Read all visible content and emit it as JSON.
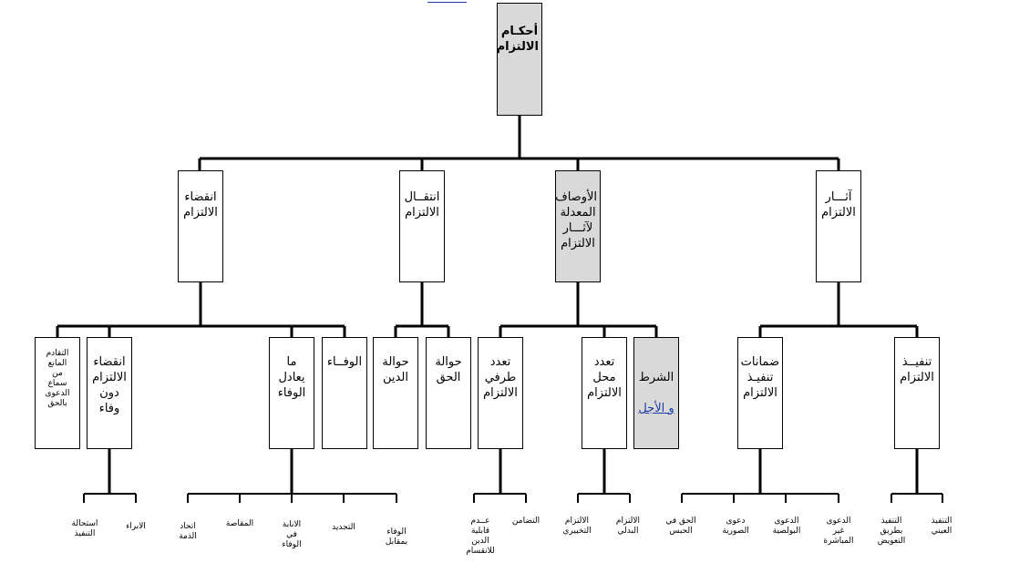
{
  "root": "أحكـام\nالالتزام",
  "level1": {
    "effects": "آثـــار\nالالتزام",
    "modifiers": "الأوصاف\nالمعدلة\nلآثـــار\nالالتزام",
    "transfer": "انتقــال\nالالتزام",
    "extinction": "انقضاء\nالالتزام"
  },
  "level2": {
    "performance": "تنفيــذ\nالالتزام",
    "guarantees": "ضمانات\nتنفيـذ\nالالتزام",
    "condition_1": "الشرط",
    "condition_2": "و الأجل",
    "object_plurality": "تعدد محل\nالالتزام",
    "party_plurality": "تعدد\nطرفي\nالالتزام",
    "assign_right": "حوالة\nالحق",
    "assign_debt": "حوالة\nالدين",
    "payment": "الوفــاء",
    "equiv_payment": "ما يعادل\nالوفاء",
    "no_payment": "انقضاء\nالالتزام\nدون\nوفاء",
    "prescription": "التقادم\nالمانع\nمن\nسماع\nالدعوى\nبالحق"
  },
  "leaves": {
    "in_kind": "التنفيذ\nالعيني",
    "by_compensation": "التنفيذ\nبطريق\nالتعويض",
    "indirect_action": "الدعوى\nغير\nالمباشرة",
    "paulian_action": "الدعوى\nالبولصية",
    "simulation_action": "دعوى\nالصورية",
    "retention": "الحق في\nالحبس",
    "alternative": "الالتزام\nالبدلي",
    "optional": "الالتزام\nالتخييري",
    "solidarity": "التضامن",
    "indivisibility": "عــدم\nقابلية\nالدين\nللانقسام",
    "dation": "الوفاء\nبمقابل",
    "novation": "التجديد",
    "delegation": "الانابة\nفي\nالوفاء",
    "set_off": "المقاصة",
    "merger": "اتحاد\nالذمة",
    "release": "الابراء",
    "impossibility": "استحالة\nالتنفيذ"
  }
}
